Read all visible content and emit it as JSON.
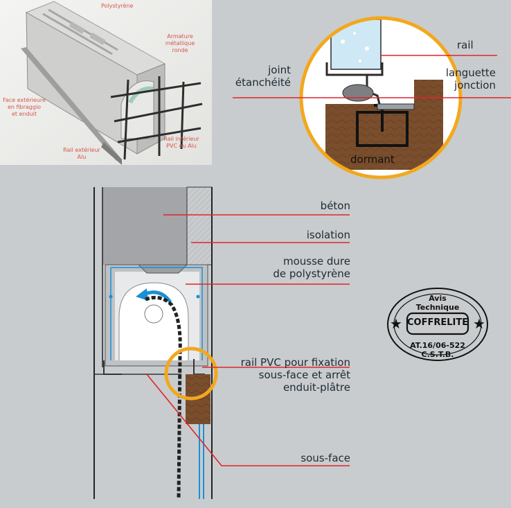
{
  "top_left": {
    "labels": {
      "polystyrene": "Polystyrène",
      "armature_line1": "Armature",
      "armature_line2": "métallique",
      "armature_line3": "ronde",
      "face_line1": "Face extérieure",
      "face_line2": "en fibraggio",
      "face_line3": "et enduit",
      "rail_int_line1": "Rail intérieur",
      "rail_int_line2": "PVC ou Alu",
      "rail_ext_line1": "Rail extérieur",
      "rail_ext_line2": "Alu"
    }
  },
  "detail": {
    "labels": {
      "rail": "rail",
      "joint_line1": "joint",
      "joint_line2": "étanchéité",
      "languette_line1": "languette",
      "languette_line2": "jonction",
      "dormant": "dormant"
    }
  },
  "section": {
    "labels": {
      "beton": "béton",
      "isolation": "isolation",
      "mousse_line1": "mousse dure",
      "mousse_line2": "de polystyrène",
      "rail_pvc_line1": "rail PVC pour fixation",
      "rail_pvc_line2": "sous-face et arrêt",
      "rail_pvc_line3": "enduit-plâtre",
      "sous_face": "sous-face"
    }
  },
  "stamp": {
    "top": "Avis Technique",
    "brand": "COFFRELITE",
    "bottom": "AT.16/06-522 C.S.T.B."
  },
  "colors": {
    "leader": "#e0242a",
    "ring": "#f2a81e",
    "rotation": "#1a8fd6",
    "wood": "#7a4e2d"
  }
}
